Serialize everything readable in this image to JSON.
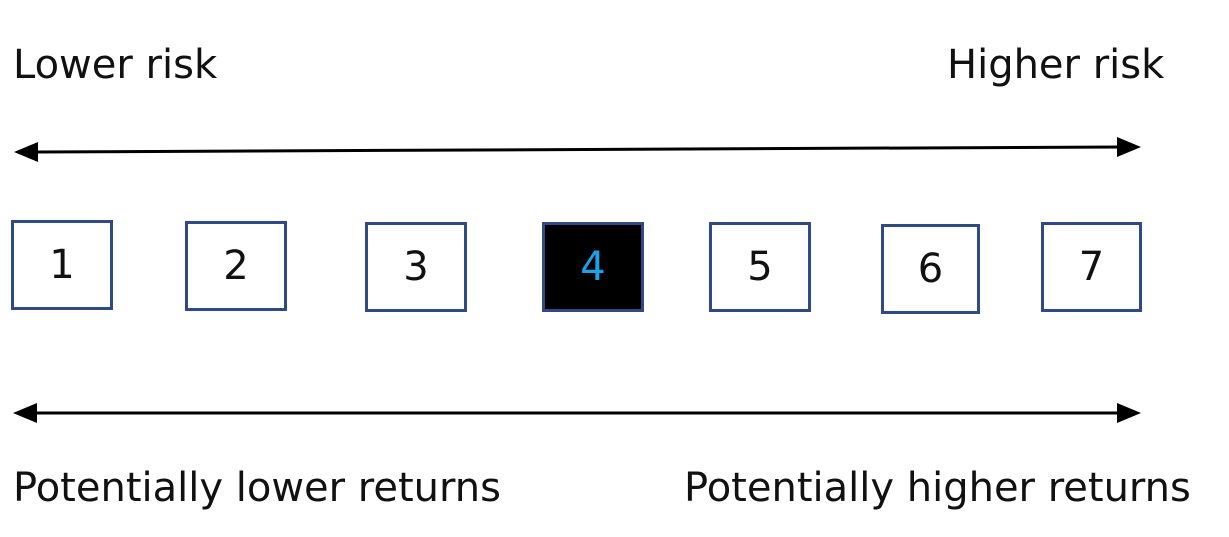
{
  "labels": {
    "lower_risk": "Lower risk",
    "higher_risk": "Higher risk",
    "lower_returns": "Potentially lower returns",
    "higher_returns": "Potentially higher returns"
  },
  "scale": {
    "items": [
      "1",
      "2",
      "3",
      "4",
      "5",
      "6",
      "7"
    ],
    "selected": "4"
  },
  "colors": {
    "box_border": "#2f4a85",
    "selected_fill": "#000000",
    "selected_text": "#1aa3e8",
    "arrow": "#000000",
    "text": "#111111"
  }
}
